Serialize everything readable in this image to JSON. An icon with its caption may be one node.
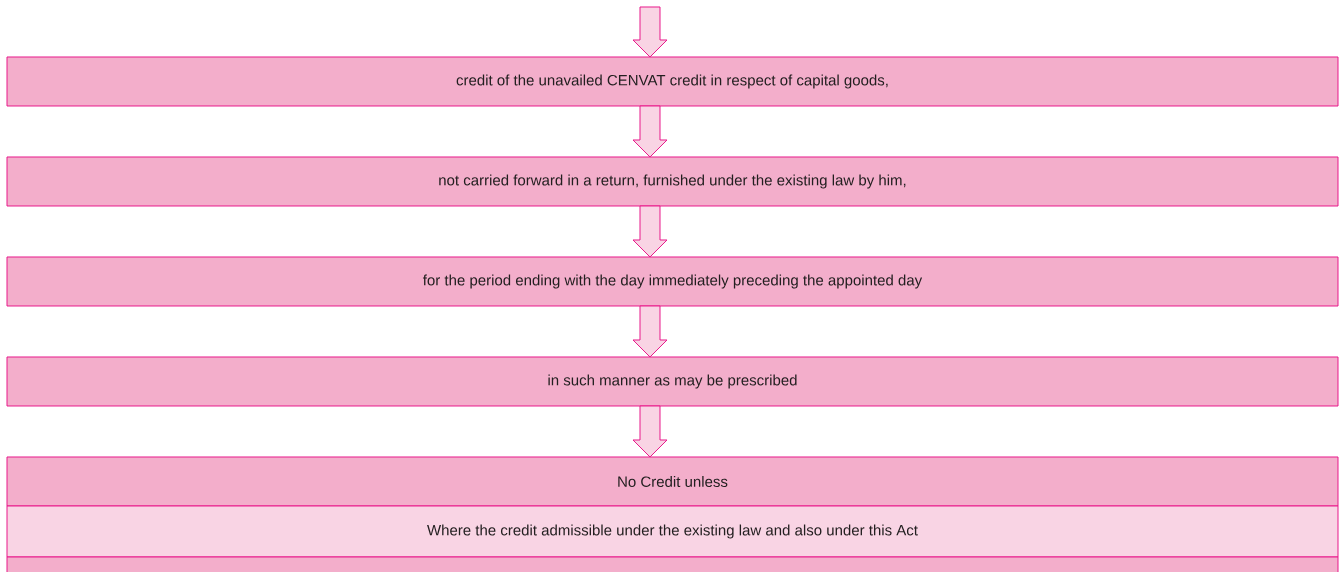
{
  "diagram": {
    "nodes": [
      {
        "text": [
          "credit of the unavailed CENVAT credit in respect of capital goods,"
        ]
      },
      {
        "text": [
          "not carried forward in a return, furnished under the existing law by him,"
        ]
      },
      {
        "text": [
          "for the period ending with the day immediately preceding the appointed day"
        ]
      },
      {
        "text": [
          "in such manner as may be prescribed"
        ]
      },
      {
        "text": [
          "No Credit unless"
        ]
      },
      {
        "text": [
          "Where the credit admissible under the existing law and also under this Act"
        ]
      },
      {
        "text": [],
        "shape": "box"
      }
    ],
    "edges": [
      {
        "from": null,
        "to": 0,
        "arrow": "to"
      },
      {
        "from": 0,
        "to": 1,
        "arrow": "to"
      },
      {
        "from": 1,
        "to": 2,
        "arrow": "to"
      },
      {
        "from": 2,
        "to": 3,
        "arrow": "to"
      },
      {
        "from": 3,
        "to": 4,
        "arrow": "to"
      }
    ]
  }
}
